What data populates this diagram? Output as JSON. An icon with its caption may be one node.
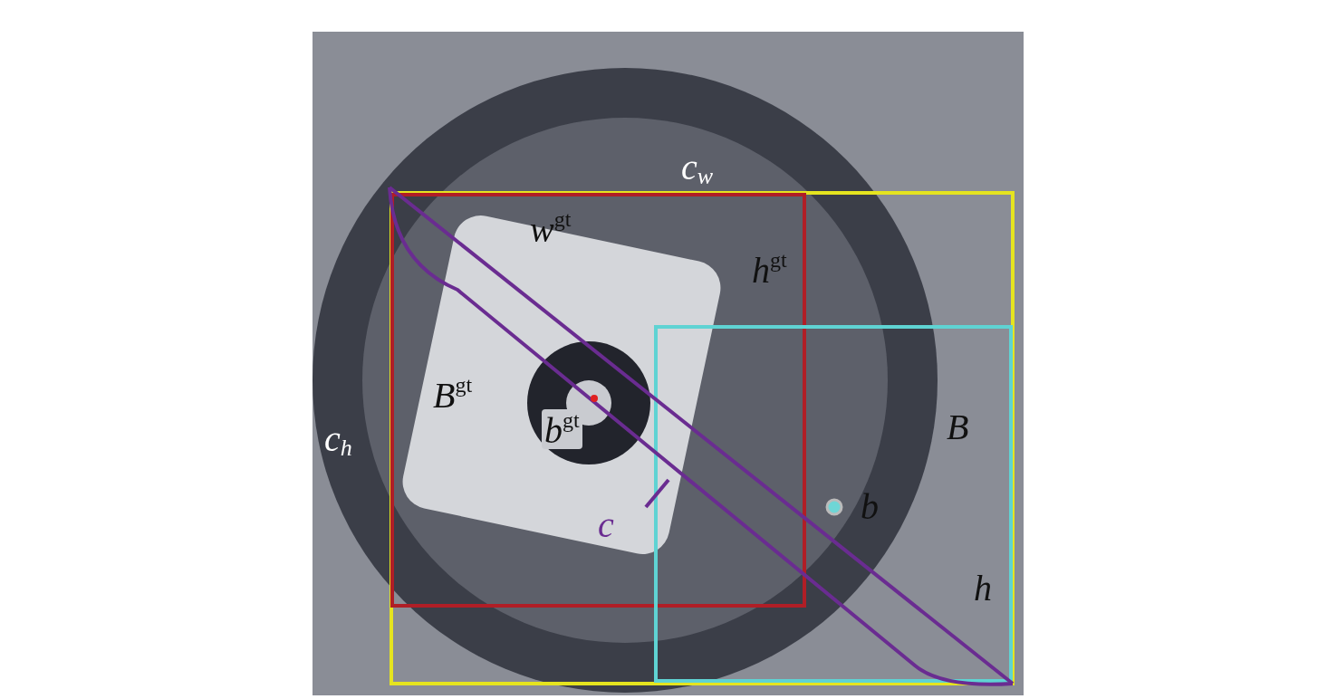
{
  "diagram": {
    "nodes": [
      {
        "text": [],
        "shape": "box"
      },
      {
        "text": [
          "B$^{gt}$"
        ],
        "in": 0
      },
      {
        "text": [
          "B"
        ],
        "in": 0
      }
    ],
    "edges": [],
    "labels": [
      "c$_{w}$",
      "w$^{gt}$",
      "h$^{gt}$",
      "b$^{gt}$",
      "c$_{h}$",
      "b",
      "c",
      "h"
    ]
  }
}
